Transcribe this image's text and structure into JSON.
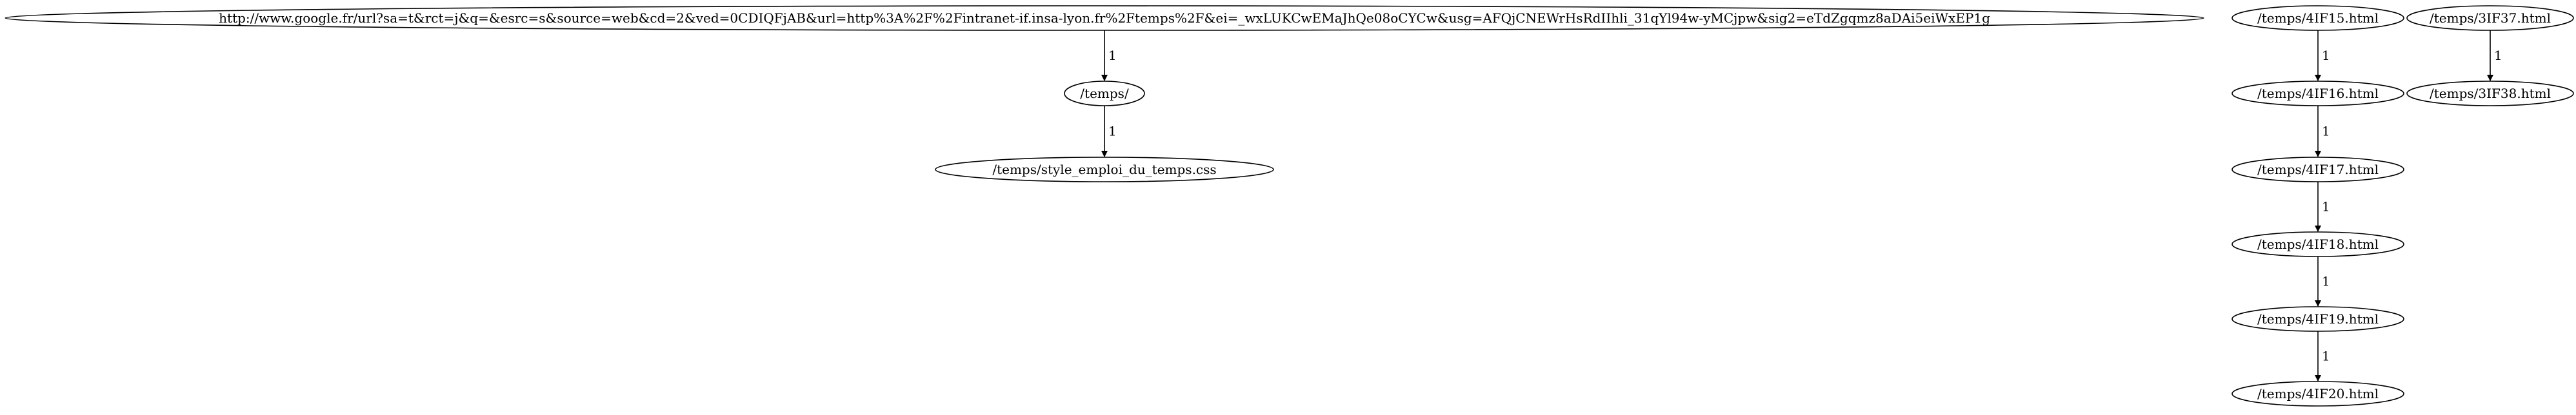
{
  "graph": {
    "nodes": [
      {
        "id": "n_google",
        "label": "http://www.google.fr/url?sa=t&rct=j&q=&esrc=s&source=web&cd=2&ved=0CDIQFjAB&url=http%3A%2F%2Fintranet-if.insa-lyon.fr%2Ftemps%2F&ei=_wxLUKCwEMaJhQe08oCYCw&usg=AFQjCNEWrHsRdIIhli_31qYl94w-yMCjpw&sig2=eTdZgqmz8aDAi5eiWxEP1g"
      },
      {
        "id": "n_temps",
        "label": "/temps/"
      },
      {
        "id": "n_css",
        "label": "/temps/style_emploi_du_temps.css"
      },
      {
        "id": "n_4if15",
        "label": "/temps/4IF15.html"
      },
      {
        "id": "n_4if16",
        "label": "/temps/4IF16.html"
      },
      {
        "id": "n_4if17",
        "label": "/temps/4IF17.html"
      },
      {
        "id": "n_4if18",
        "label": "/temps/4IF18.html"
      },
      {
        "id": "n_4if19",
        "label": "/temps/4IF19.html"
      },
      {
        "id": "n_4if20",
        "label": "/temps/4IF20.html"
      },
      {
        "id": "n_3if37",
        "label": "/temps/3IF37.html"
      },
      {
        "id": "n_3if38",
        "label": "/temps/3IF38.html"
      }
    ],
    "edges": [
      {
        "from": "n_google",
        "to": "n_temps",
        "label": "1"
      },
      {
        "from": "n_temps",
        "to": "n_css",
        "label": "1"
      },
      {
        "from": "n_4if15",
        "to": "n_4if16",
        "label": "1"
      },
      {
        "from": "n_4if16",
        "to": "n_4if17",
        "label": "1"
      },
      {
        "from": "n_4if17",
        "to": "n_4if18",
        "label": "1"
      },
      {
        "from": "n_4if18",
        "to": "n_4if19",
        "label": "1"
      },
      {
        "from": "n_4if19",
        "to": "n_4if20",
        "label": "1"
      },
      {
        "from": "n_3if37",
        "to": "n_3if38",
        "label": "1"
      }
    ]
  }
}
